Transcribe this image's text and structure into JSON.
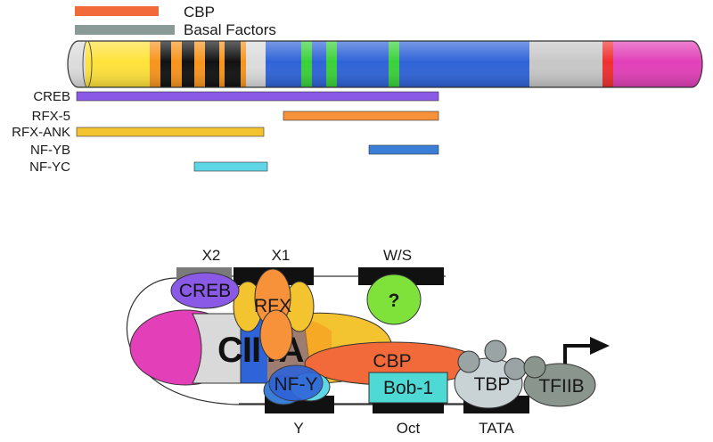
{
  "legend": {
    "cbp": {
      "label": "CBP",
      "color": "#f26a3a"
    },
    "basal": {
      "label": "Basal Factors",
      "color": "#8a9a96"
    }
  },
  "domain_bar": {
    "segments_colors": [
      "#dcdcdc",
      "#ffe23a",
      "#f7941d",
      "#111111",
      "#2f63d8",
      "#39d13a",
      "#c8c8c8",
      "#ef2f2f",
      "#e23fb8"
    ]
  },
  "interactors": [
    {
      "label": "CREB",
      "color": "#8a5ae6"
    },
    {
      "label": "RFX-5",
      "color": "#f7923a"
    },
    {
      "label": "RFX-ANK",
      "color": "#f4c430"
    },
    {
      "label": "NF-YB",
      "color": "#3a7ed8"
    },
    {
      "label": "NF-YC",
      "color": "#5fd6e6"
    }
  ],
  "promoter": {
    "boxes": {
      "x2": "X2",
      "x1": "X1",
      "ws": "W/S",
      "y": "Y",
      "oct": "Oct",
      "tata": "TATA"
    },
    "factors": {
      "creb": "CREB",
      "rfx": "RFX",
      "unknown": "?",
      "ciita": "CIITA",
      "cbp": "CBP",
      "nfy": "NF-Y",
      "bob1": "Bob-1",
      "tbp": "TBP",
      "tfiib": "TFIIB"
    }
  }
}
